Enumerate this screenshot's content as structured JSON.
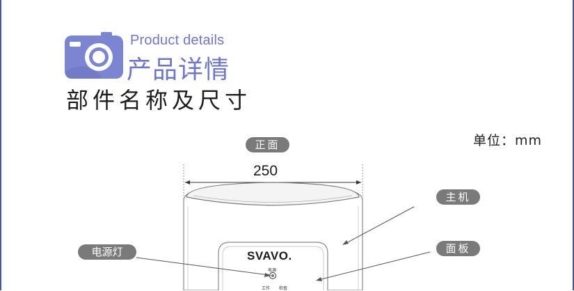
{
  "header": {
    "title_en": "Product details",
    "title_cn": "产品详情",
    "subtitle": "部件名称及尺寸",
    "icon": "camera-icon"
  },
  "unit_label": "单位：mm",
  "diagram": {
    "view_label": "正面",
    "width_dimension": "250",
    "callouts": {
      "main_unit": "主机",
      "panel": "面板",
      "power_light": "电源灯"
    },
    "brand": "SVAVO.",
    "panel_labels": {
      "power": "电源",
      "work": "工作",
      "check": "检查"
    }
  },
  "colors": {
    "accent": "#6f77c4",
    "frame": "#4a5598",
    "pill": "#7a7a7a"
  }
}
